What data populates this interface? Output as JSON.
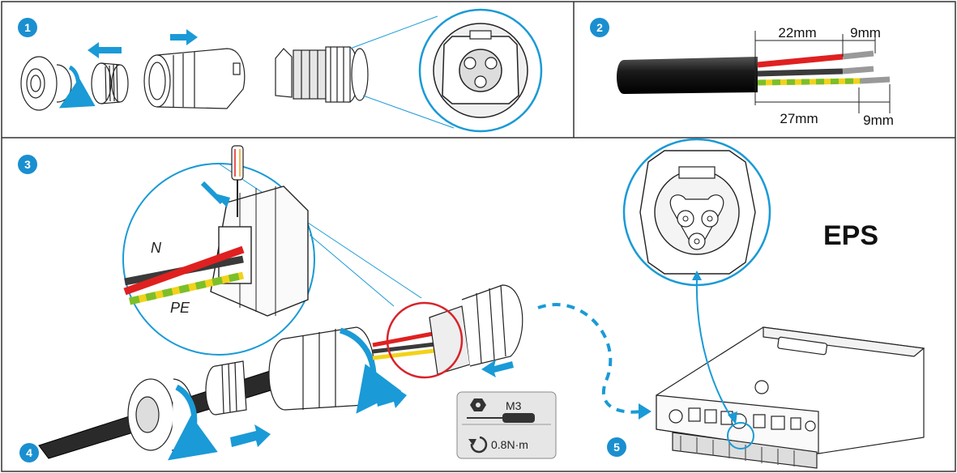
{
  "steps": [
    "1",
    "2",
    "3",
    "4",
    "5"
  ],
  "strip": {
    "top_length": "22mm",
    "top_end": "9mm",
    "bottom_length": "27mm",
    "bottom_end": "9mm"
  },
  "wires": {
    "neutral": "N",
    "earth": "PE"
  },
  "eps_label": "EPS",
  "torque_box": {
    "screw": "M3",
    "torque": "0.8N·m"
  },
  "colors": {
    "accent_blue": "#1a9ad6",
    "step_badge": "#1a8fd0",
    "highlight_red": "#d8232a",
    "wire_red": "#e02020",
    "wire_black": "#3a3a3a",
    "wire_green": "#7cbf2a",
    "wire_yellow": "#f2d21b",
    "panel_border": "#333333"
  },
  "icons": [
    "rotate-arrow-icon",
    "push-arrow-icon",
    "pull-arrow-icon",
    "hex-nut-icon",
    "screwdriver-icon",
    "torque-rotate-icon"
  ]
}
